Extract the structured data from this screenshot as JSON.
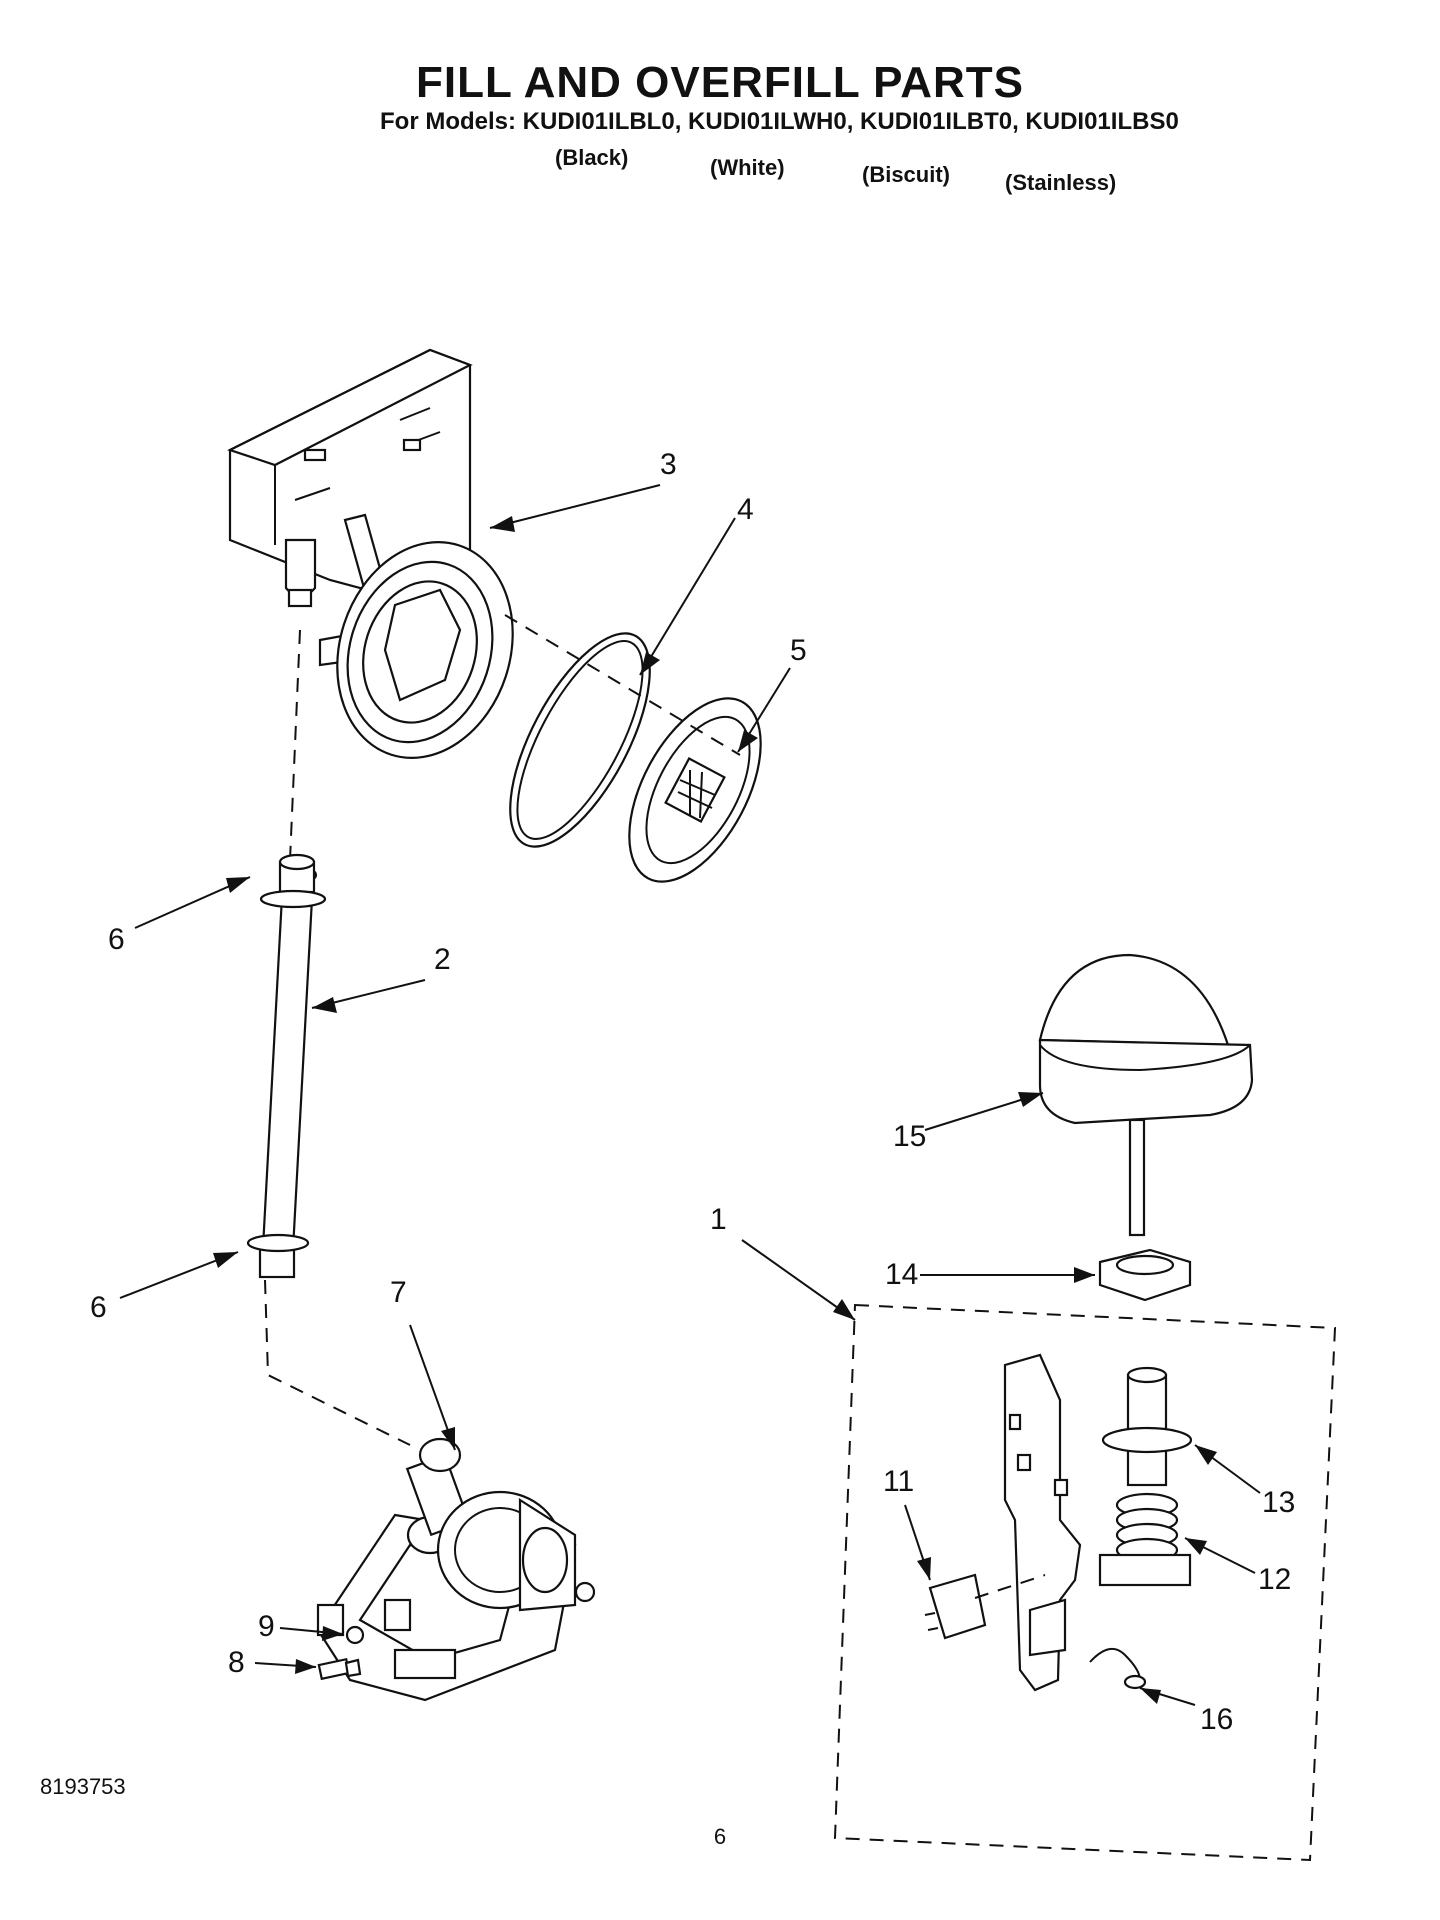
{
  "title": "FILL AND OVERFILL PARTS",
  "models_line": "For Models: KUDI01ILBL0, KUDI01ILWH0, KUDI01ILBT0, KUDI01ILBS0",
  "colors": [
    "(Black)",
    "(White)",
    "(Biscuit)",
    "(Stainless)"
  ],
  "callouts": [
    "1",
    "2",
    "3",
    "4",
    "5",
    "6",
    "6",
    "7",
    "8",
    "9",
    "11",
    "12",
    "13",
    "14",
    "15",
    "16"
  ],
  "doc_number": "8193753",
  "page_number": "6"
}
